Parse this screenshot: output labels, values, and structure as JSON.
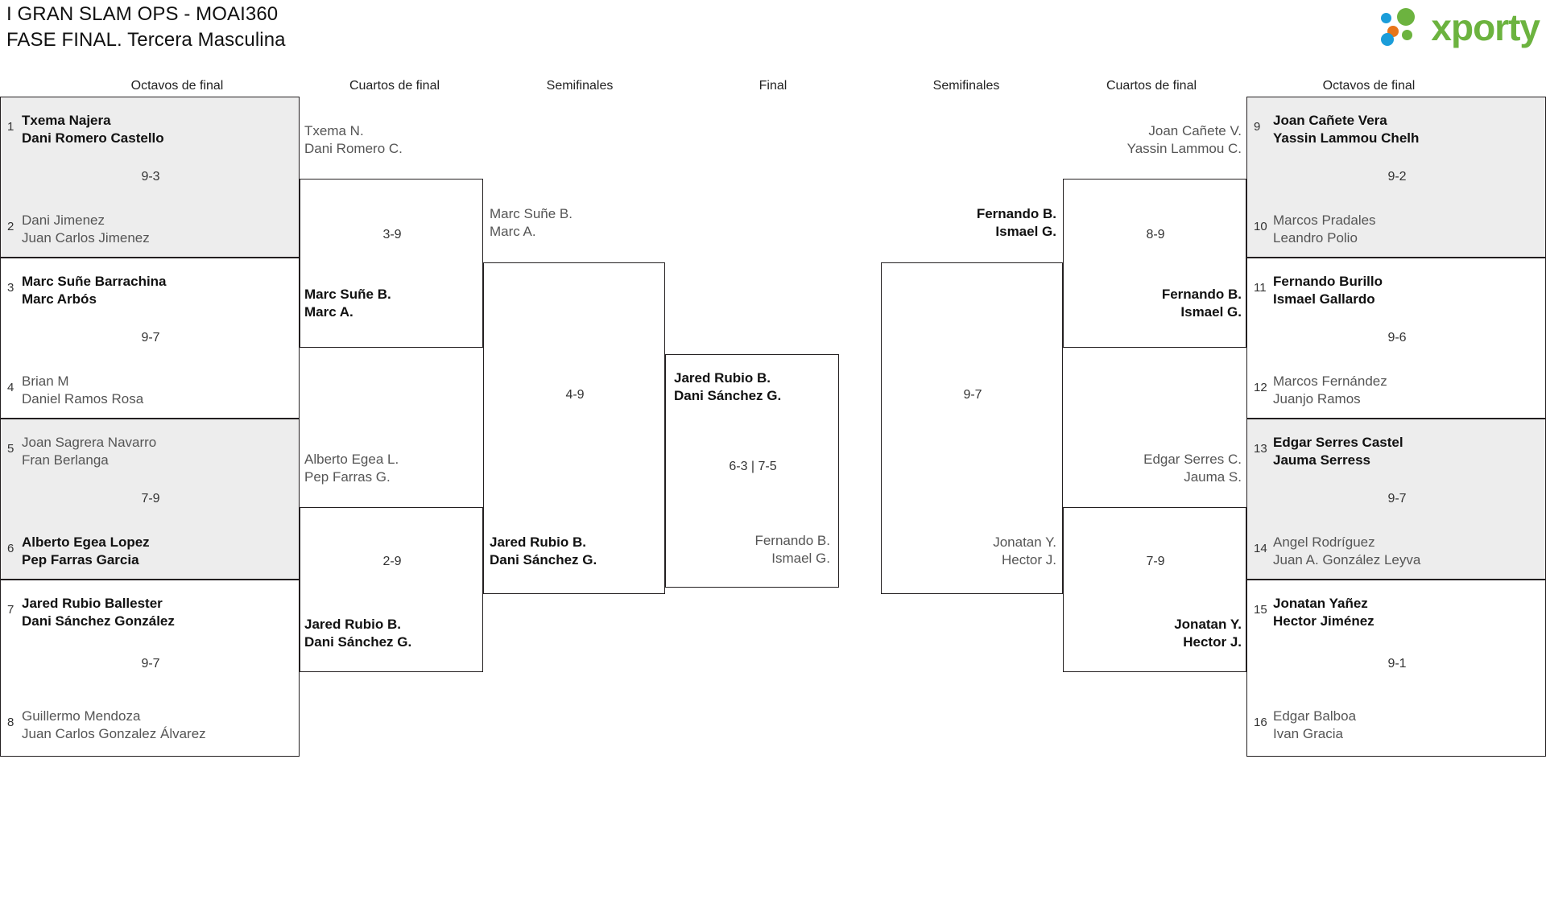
{
  "header": {
    "title_line1": "I GRAN SLAM OPS - MOAI360",
    "title_line2": "FASE FINAL. Tercera Masculina",
    "logo_text": "xporty",
    "logo_colors": {
      "green": "#6cb33f",
      "blue": "#1b9dd9",
      "orange": "#e8751a"
    }
  },
  "round_labels": {
    "l_r16": "Octavos de final",
    "l_qf": "Cuartos de final",
    "l_sf": "Semifinales",
    "final": "Final",
    "r_sf": "Semifinales",
    "r_qf": "Cuartos de final",
    "r_r16": "Octavos de final"
  },
  "left": {
    "r16": [
      {
        "seed_top": "1",
        "top_l1": "Txema Najera",
        "top_l2": "Dani Romero Castello",
        "top_win": true,
        "score": "9-3",
        "seed_bot": "2",
        "bot_l1": "Dani Jimenez",
        "bot_l2": "Juan Carlos Jimenez",
        "bot_win": false,
        "shade": true
      },
      {
        "seed_top": "3",
        "top_l1": "Marc Suñe Barrachina",
        "top_l2": "Marc Arbós",
        "top_win": true,
        "score": "9-7",
        "seed_bot": "4",
        "bot_l1": "Brian M",
        "bot_l2": "Daniel Ramos Rosa",
        "bot_win": false,
        "shade": false
      },
      {
        "seed_top": "5",
        "top_l1": "Joan Sagrera Navarro",
        "top_l2": "Fran Berlanga",
        "top_win": false,
        "score": "7-9",
        "seed_bot": "6",
        "bot_l1": "Alberto Egea Lopez",
        "bot_l2": "Pep Farras Garcia",
        "bot_win": true,
        "shade": true
      },
      {
        "seed_top": "7",
        "top_l1": "Jared Rubio Ballester",
        "top_l2": "Dani Sánchez González",
        "top_win": true,
        "score": "9-7",
        "seed_bot": "8",
        "bot_l1": "Guillermo Mendoza",
        "bot_l2": "Juan Carlos Gonzalez Álvarez",
        "bot_win": false,
        "shade": false
      }
    ],
    "qf": [
      {
        "top_l1": "Txema N.",
        "top_l2": "Dani Romero C.",
        "top_win": false,
        "score": "3-9",
        "bot_l1": "Marc Suñe B.",
        "bot_l2": "Marc A.",
        "bot_win": true
      },
      {
        "top_l1": "Alberto Egea L.",
        "top_l2": "Pep Farras G.",
        "top_win": false,
        "score": "2-9",
        "bot_l1": "Jared Rubio B.",
        "bot_l2": "Dani Sánchez G.",
        "bot_win": true
      }
    ],
    "sf": [
      {
        "top_l1": "Marc Suñe B.",
        "top_l2": "Marc A.",
        "top_win": false,
        "score": "4-9",
        "bot_l1": "Jared Rubio B.",
        "bot_l2": "Dani Sánchez G.",
        "bot_win": true
      }
    ]
  },
  "final": {
    "winner_l1": "Jared Rubio B.",
    "winner_l2": "Dani Sánchez G.",
    "score": "6-3 | 7-5",
    "loser_l1": "Fernando B.",
    "loser_l2": "Ismael G."
  },
  "right": {
    "r16": [
      {
        "seed_top": "9",
        "top_l1": "Joan Cañete Vera",
        "top_l2": "Yassin Lammou Chelh",
        "top_win": true,
        "score": "9-2",
        "seed_bot": "10",
        "bot_l1": "Marcos Pradales",
        "bot_l2": "Leandro Polio",
        "bot_win": false,
        "shade": true
      },
      {
        "seed_top": "11",
        "top_l1": "Fernando Burillo",
        "top_l2": "Ismael Gallardo",
        "top_win": true,
        "score": "9-6",
        "seed_bot": "12",
        "bot_l1": "Marcos Fernández",
        "bot_l2": "Juanjo Ramos",
        "bot_win": false,
        "shade": false
      },
      {
        "seed_top": "13",
        "top_l1": "Edgar Serres Castel",
        "top_l2": "Jauma Serress",
        "top_win": true,
        "score": "9-7",
        "seed_bot": "14",
        "bot_l1": "Angel Rodríguez",
        "bot_l2": "Juan A. González Leyva",
        "bot_win": false,
        "shade": true
      },
      {
        "seed_top": "15",
        "top_l1": "Jonatan Yañez",
        "top_l2": "Hector Jiménez",
        "top_win": true,
        "score": "9-1",
        "seed_bot": "16",
        "bot_l1": "Edgar Balboa",
        "bot_l2": "Ivan Gracia",
        "bot_win": false,
        "shade": false
      }
    ],
    "qf": [
      {
        "top_l1": "Joan Cañete V.",
        "top_l2": "Yassin Lammou C.",
        "top_win": false,
        "score": "8-9",
        "bot_l1": "Fernando B.",
        "bot_l2": "Ismael G.",
        "bot_win": true
      },
      {
        "top_l1": "Edgar Serres C.",
        "top_l2": "Jauma S.",
        "top_win": false,
        "score": "7-9",
        "bot_l1": "Jonatan Y.",
        "bot_l2": "Hector J.",
        "bot_win": true
      }
    ],
    "sf": [
      {
        "top_l1": "Fernando B.",
        "top_l2": "Ismael G.",
        "top_win": true,
        "score": "9-7",
        "bot_l1": "Jonatan Y.",
        "bot_l2": "Hector J.",
        "bot_win": false
      }
    ]
  }
}
